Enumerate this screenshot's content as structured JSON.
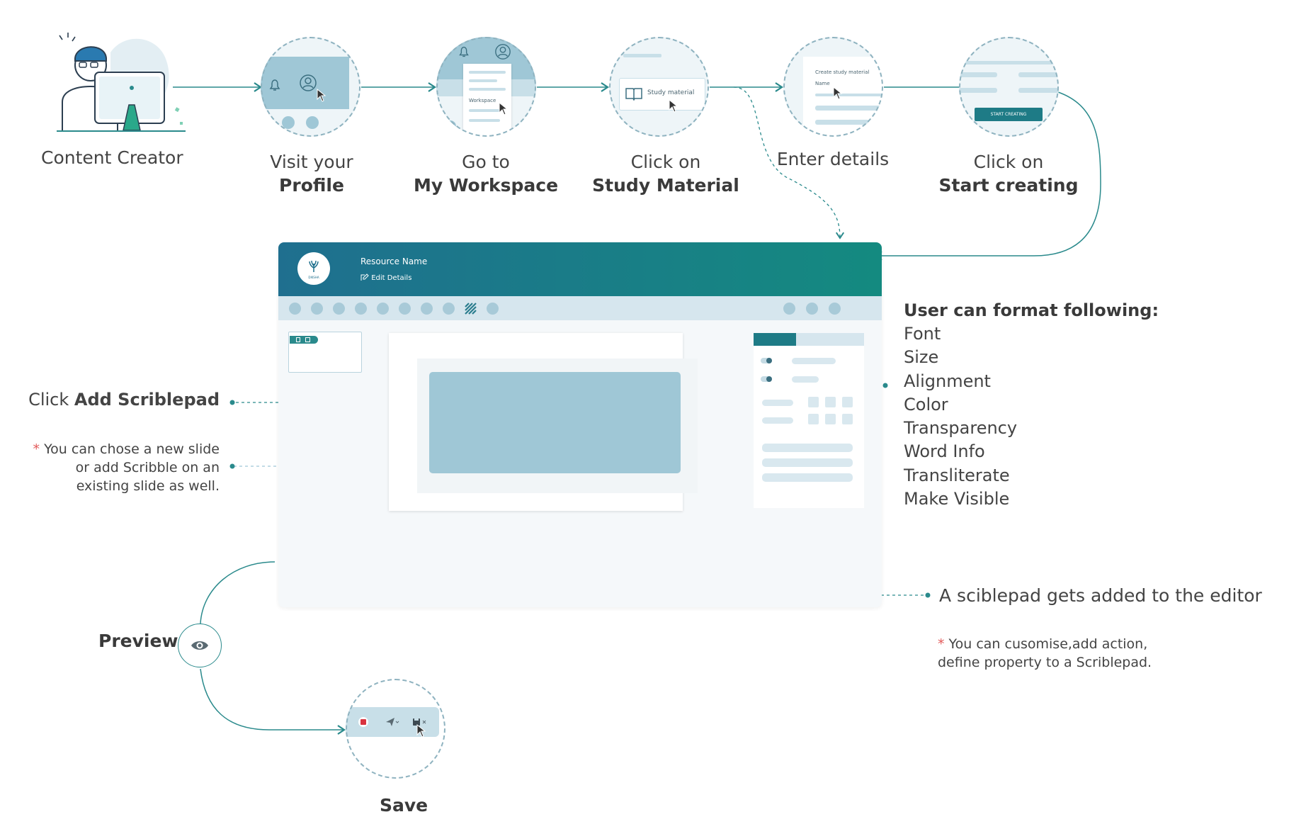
{
  "flow": {
    "creator_label": "Content Creator",
    "steps": [
      {
        "line1": "Visit your",
        "line2": "Profile"
      },
      {
        "line1": "Go to",
        "line2": "My Workspace"
      },
      {
        "line1": "Click on",
        "line2": "Study Material"
      },
      {
        "line1": "Enter details",
        "line2": ""
      },
      {
        "line1": "Click on",
        "line2": "Start creating"
      }
    ]
  },
  "thumbnails": {
    "workspace_label": "Workspace",
    "study_material_label": "Study material",
    "create_title": "Create study material",
    "name_label": "Name",
    "start_button": "START CREATING"
  },
  "editor": {
    "resource_name": "Resource Name",
    "edit_details": "Edit Details",
    "logo_text": "DIKSHA"
  },
  "annotations": {
    "click_prefix": "Click",
    "click_bold": "Add Scriblepad",
    "slide_note_line1": "You can chose a new slide",
    "slide_note_line2": "or add Scribble on an",
    "slide_note_line3": "existing slide as well.",
    "format_title": "User can format following:",
    "format_items": [
      "Font",
      "Size",
      "Alignment",
      "Color",
      "Transparency",
      "Word Info",
      "Transliterate",
      "Make Visible"
    ],
    "added_callout": "A sciblepad gets added to  the editor",
    "custom_note_line1": "You can  cusomise,add action,",
    "custom_note_line2": "define property to a Scriblepad.",
    "star": "*"
  },
  "bottom": {
    "preview_label": "Preview",
    "save_label": "Save"
  },
  "colors": {
    "accent": "#1b7a86",
    "header_start": "#1f6f8f",
    "header_end": "#148a80",
    "light_blue": "#9fc7d6",
    "star": "#e25a5a"
  }
}
